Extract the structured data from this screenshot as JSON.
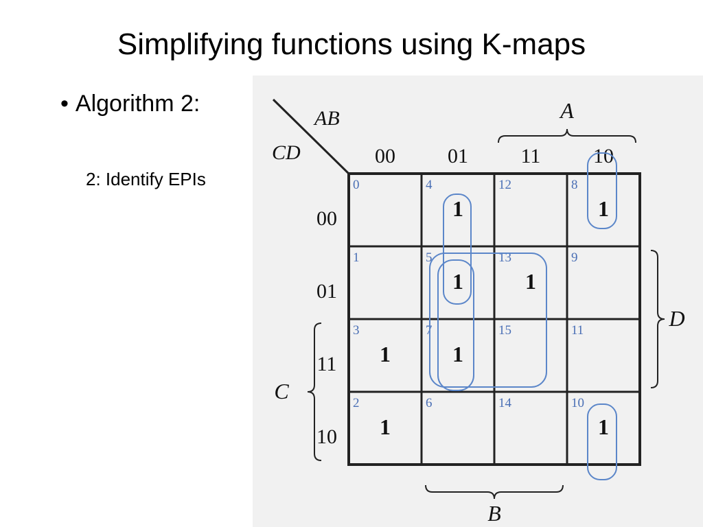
{
  "slide": {
    "title": "Simplifying functions using K-maps",
    "bullet_symbol": "•",
    "bullet_text": "Algorithm 2:",
    "subtext": "2: Identify EPIs"
  },
  "kmap": {
    "corner_row_var": "AB",
    "corner_col_var": "CD",
    "col_headers": [
      "00",
      "01",
      "11",
      "10"
    ],
    "row_headers": [
      "00",
      "01",
      "11",
      "10"
    ],
    "brace_labels": {
      "A": "A",
      "B": "B",
      "C": "C",
      "D": "D"
    },
    "cells": [
      [
        "0",
        "4",
        "12",
        "8"
      ],
      [
        "1",
        "5",
        "13",
        "9"
      ],
      [
        "3",
        "7",
        "15",
        "11"
      ],
      [
        "2",
        "6",
        "14",
        "10"
      ]
    ],
    "ones": [
      [
        "",
        "1",
        "",
        "1"
      ],
      [
        "",
        "1",
        "1",
        ""
      ],
      [
        "1",
        "1",
        "",
        ""
      ],
      [
        "1",
        "",
        "",
        "1"
      ]
    ],
    "line_color": "#222222",
    "index_color": "#4a6fb5",
    "loop_color": "#5b86c9"
  }
}
